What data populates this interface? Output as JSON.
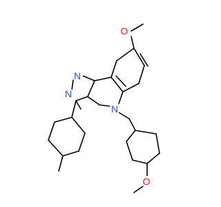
{
  "molecule": {
    "atoms": {
      "methoxy_top": {
        "label": "O",
        "color": "#ff0d0d"
      },
      "methoxy_bottom": {
        "label": "O",
        "color": "#ff0d0d"
      },
      "n_ring": {
        "label": "N",
        "color": "#3050f8"
      },
      "n_pyrazole_1": {
        "label": "N",
        "color": "#3050f8"
      },
      "n_pyrazole_2": {
        "label": "N",
        "color": "#3050f8"
      }
    }
  }
}
